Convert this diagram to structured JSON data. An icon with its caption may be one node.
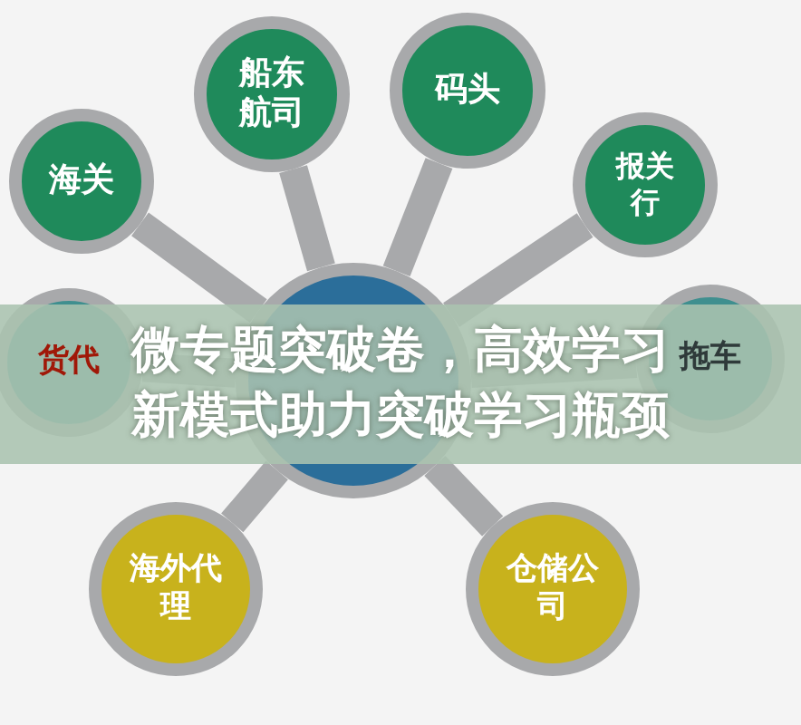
{
  "diagram": {
    "title": "微专题突破卷，高效学习新模式助力突破学习瓶颈",
    "nodes": [
      {
        "text": [],
        "shape": "circle"
      },
      {
        "text": [
          "海关"
        ]
      },
      {
        "text": [
          "船东航司"
        ]
      },
      {
        "text": [
          "码头"
        ]
      },
      {
        "text": [
          "报关行"
        ]
      },
      {
        "text": [
          "货代"
        ]
      },
      {
        "text": [
          "拖车"
        ]
      },
      {
        "text": [
          "海外代理"
        ]
      },
      {
        "text": [
          "仓储公司"
        ]
      }
    ],
    "edges": [
      {
        "from": 0,
        "to": 1,
        "arrow": "none"
      },
      {
        "from": 0,
        "to": 2,
        "arrow": "none"
      },
      {
        "from": 0,
        "to": 3,
        "arrow": "none"
      },
      {
        "from": 0,
        "to": 4,
        "arrow": "none"
      },
      {
        "from": 0,
        "to": 5,
        "arrow": "none"
      },
      {
        "from": 0,
        "to": 6,
        "arrow": "none"
      },
      {
        "from": 0,
        "to": 7,
        "arrow": "none"
      },
      {
        "from": 0,
        "to": 8,
        "arrow": "none"
      }
    ]
  }
}
